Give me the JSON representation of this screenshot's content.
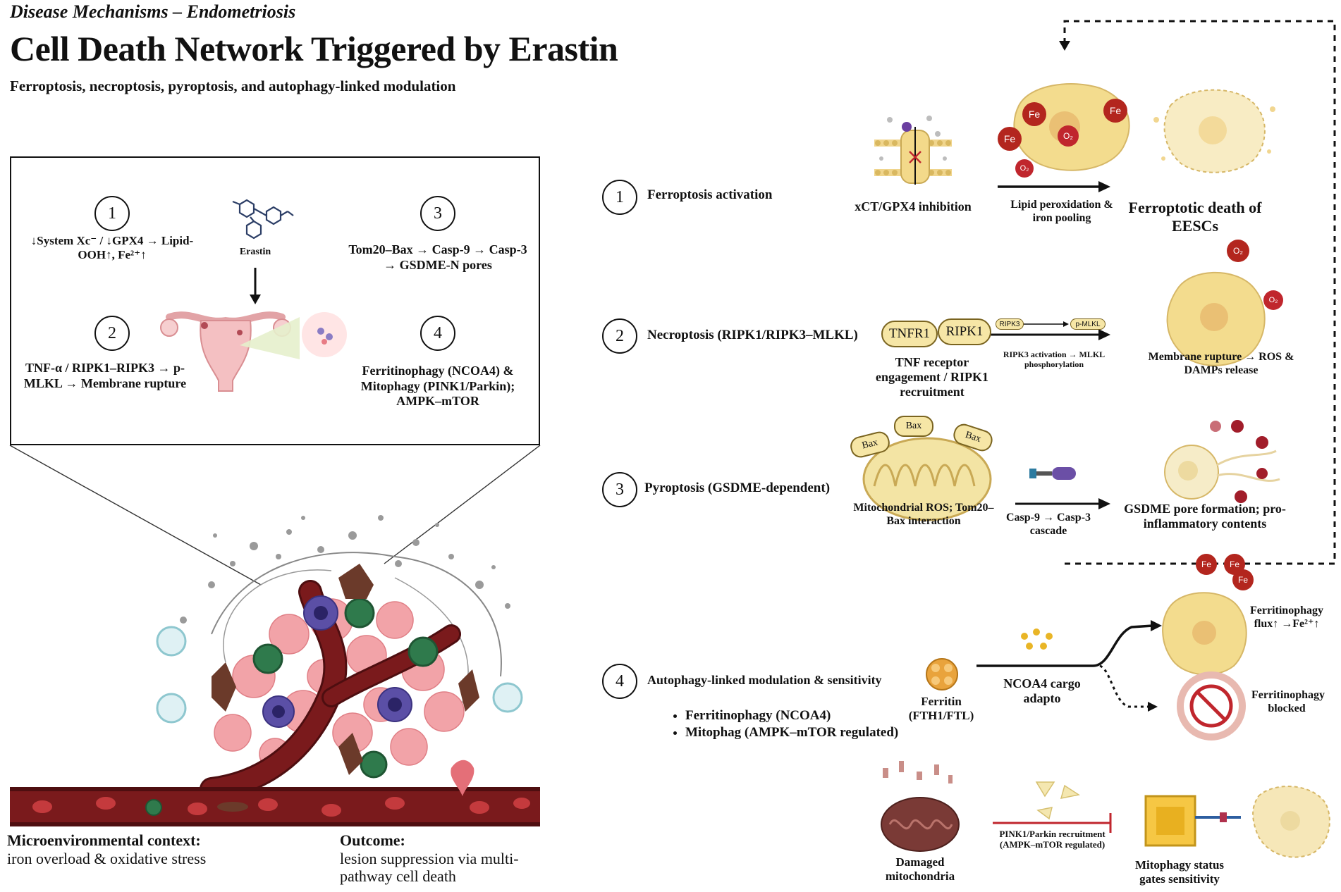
{
  "header": {
    "kicker": "Disease Mechanisms – Endometriosis",
    "title": "Cell Death Network Triggered by Erastin",
    "subtitle": "Ferroptosis, necroptosis, pyroptosis, and autophagy-linked modulation"
  },
  "inset": {
    "erastin_label": "Erastin",
    "items": [
      {
        "num": "1",
        "text": "↓System Xc⁻ / ↓GPX4 → Lipid-OOH↑, Fe²⁺↑"
      },
      {
        "num": "2",
        "text": "TNF-α / RIPK1–RIPK3 → p-MLKL → Membrane rupture"
      },
      {
        "num": "3",
        "text": "Tom20–Bax → Casp-9 → Casp-3 → GSDME-N pores"
      },
      {
        "num": "4",
        "text": "Ferritinophagy (NCOA4) & Mitophagy (PINK1/Parkin); AMPK–mTOR"
      }
    ]
  },
  "footer": {
    "micro_title": "Microenvironmental context:",
    "micro_text": "iron overload & oxidative stress",
    "outcome_title": "Outcome:",
    "outcome_text": "lesion suppression via multi-pathway cell death"
  },
  "pathways": {
    "p1": {
      "num": "1",
      "label": "Ferroptosis activation",
      "step1": "xCT/GPX4 inhibition",
      "step2": "Lipid peroxidation & iron pooling",
      "step3": "Ferroptotic death of EESCs",
      "fe": "Fe",
      "o2": "O₂"
    },
    "p2": {
      "num": "2",
      "label": "Necroptosis (RIPK1/RIPK3–MLKL)",
      "tnfr1": "TNFR1",
      "ripk1": "RIPK1",
      "ripk3_tag": "RIPK3",
      "pmlkl_tag": "p-MLKL",
      "step1": "TNF receptor engagement / RIPK1 recruitment",
      "step2": "RIPK3 activation → MLKL phosphorylation",
      "step3": "Membrane rupture → ROS & DAMPs release"
    },
    "p3": {
      "num": "3",
      "label": "Pyroptosis (GSDME-dependent)",
      "bax": "Bax",
      "step1": "Mitochondrial ROS; Tom20–Bax interaction",
      "step2": "Casp-9 → Casp-3 cascade",
      "step3": "GSDME pore formation; pro-inflammatory contents"
    },
    "p4": {
      "num": "4",
      "label": "Autophagy-linked modulation & sensitivity",
      "ferritin": "Ferritin (FTH1/FTL)",
      "ncoa4": "NCOA4 cargo adapto",
      "flux": "Ferritinophagy flux↑ →Fe²⁺↑",
      "blocked": "Ferritinophagy blocked",
      "bullets": [
        "Ferritinophagy (NCOA4)",
        "Mitophag (AMPK–mTOR regulated)"
      ],
      "damaged": "Damaged mitochondria",
      "pink": "PINK1/Parkin recruitment (AMPK–mTOR regulated)",
      "gates": "Mitophagy status gates sensitivity"
    }
  },
  "colors": {
    "vessel": "#7a1a1c",
    "vessel_dark": "#4e0e10",
    "fe_red": "#b3261e",
    "cell_yellow": "#f3dc8e",
    "cell_pink": "#f2a3a8",
    "macrophage": "#5b4fa6",
    "lymphocyte": "#2f7a4c",
    "fibroblast": "#6b3a2a",
    "inhibit": "#c0262d"
  }
}
